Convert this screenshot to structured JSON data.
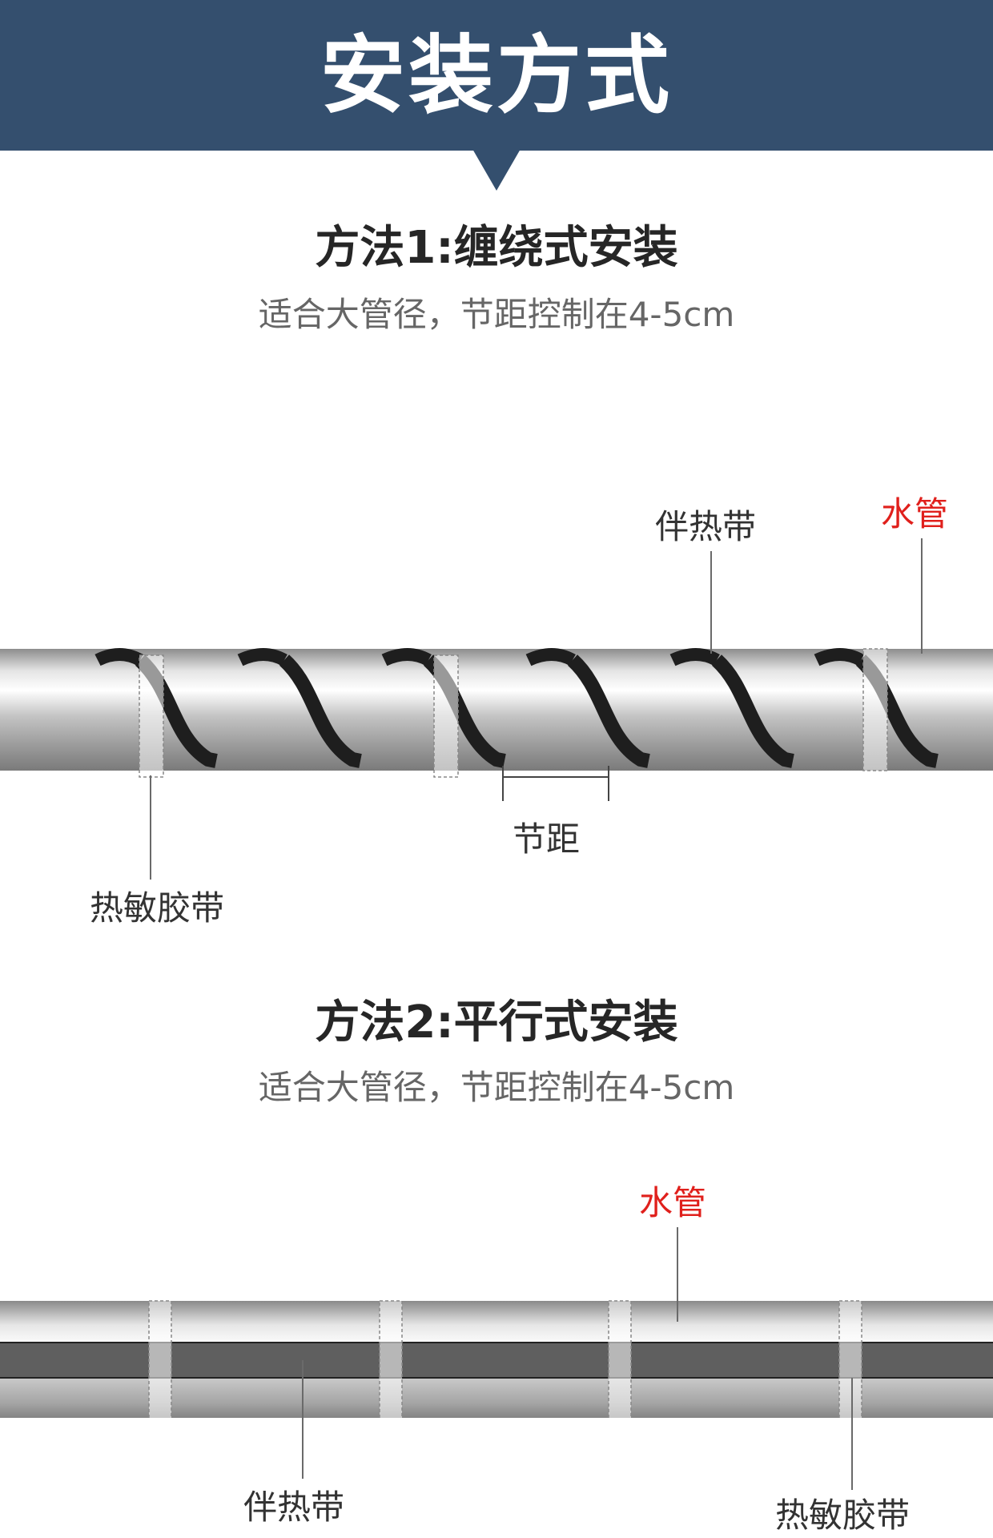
{
  "header": {
    "title": "安装方式"
  },
  "method1": {
    "title": "方法1:缠绕式安装",
    "subtitle": "适合大管径，节距控制在4-5cm",
    "labels": {
      "heat_tracing_cable": "伴热带",
      "water_pipe": "水管",
      "pitch": "节距",
      "heat_sensitive_tape": "热敏胶带"
    }
  },
  "method2": {
    "title": "方法2:平行式安装",
    "subtitle": "适合大管径，节距控制在4-5cm",
    "labels": {
      "water_pipe": "水管",
      "heat_tracing_cable": "伴热带",
      "heat_sensitive_tape": "热敏胶带"
    }
  },
  "colors": {
    "header_bg": "#344f6e",
    "highlight_label": "#e0201c",
    "cable": "#1e1e1e"
  }
}
